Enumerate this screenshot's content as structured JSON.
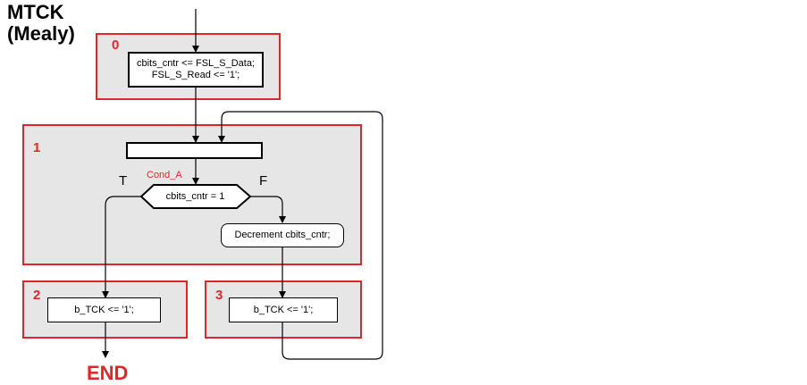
{
  "title": {
    "line1": "MTCK",
    "line2": "(Mealy)"
  },
  "states": [
    {
      "id": "0"
    },
    {
      "id": "1"
    },
    {
      "id": "2"
    },
    {
      "id": "3"
    }
  ],
  "actions": {
    "state0_line1": "cbits_cntr <= FSL_S_Data;",
    "state0_line2": "FSL_S_Read <= '1';",
    "state1_decrement": "Decrement cbits_cntr;",
    "state2_action": "b_TCK <= '1';",
    "state3_action": "b_TCK <= '1';"
  },
  "decision": {
    "label": "cbits_cntr = 1",
    "condition_name": "Cond_A",
    "true_label": "T",
    "false_label": "F"
  },
  "end_label": "END",
  "colors": {
    "state_border": "#e0262b",
    "state_fill": "#e6e6e6",
    "accent_text": "#e0262b"
  }
}
